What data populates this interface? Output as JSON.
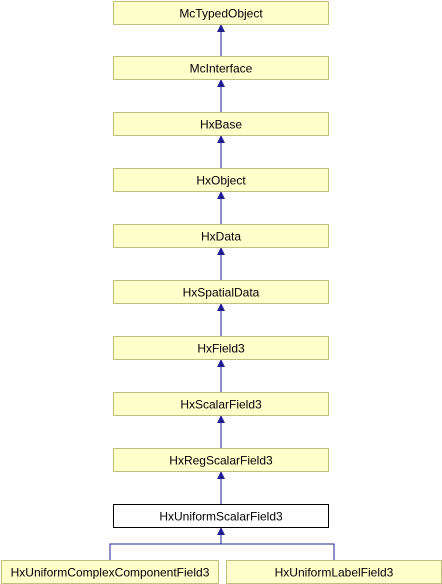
{
  "colors": {
    "node_fill": "#ffffcc",
    "node_border": "#bfbf7f",
    "current_fill": "#ffffff",
    "current_border": "#000000",
    "edge": "#1f1f8f"
  },
  "nodes": [
    {
      "id": "mctypedobject",
      "label": "McTypedObject"
    },
    {
      "id": "mcinterface",
      "label": "McInterface"
    },
    {
      "id": "hxbase",
      "label": "HxBase"
    },
    {
      "id": "hxobject",
      "label": "HxObject"
    },
    {
      "id": "hxdata",
      "label": "HxData"
    },
    {
      "id": "hxspatialdata",
      "label": "HxSpatialData"
    },
    {
      "id": "hxfield3",
      "label": "HxField3"
    },
    {
      "id": "hxscalarfield3",
      "label": "HxScalarField3"
    },
    {
      "id": "hxregscalarfield3",
      "label": "HxRegScalarField3"
    },
    {
      "id": "hxuniformscalarfield3",
      "label": "HxUniformScalarField3",
      "current": true
    },
    {
      "id": "hxuniformcomplexcomponentfield3",
      "label": "HxUniformComplexComponentField3"
    },
    {
      "id": "hxuniformlabelfield3",
      "label": "HxUniformLabelField3"
    }
  ],
  "edges": [
    {
      "from": "mcinterface",
      "to": "mctypedobject"
    },
    {
      "from": "hxbase",
      "to": "mcinterface"
    },
    {
      "from": "hxobject",
      "to": "hxbase"
    },
    {
      "from": "hxdata",
      "to": "hxobject"
    },
    {
      "from": "hxspatialdata",
      "to": "hxdata"
    },
    {
      "from": "hxfield3",
      "to": "hxspatialdata"
    },
    {
      "from": "hxscalarfield3",
      "to": "hxfield3"
    },
    {
      "from": "hxregscalarfield3",
      "to": "hxscalarfield3"
    },
    {
      "from": "hxuniformscalarfield3",
      "to": "hxregscalarfield3"
    },
    {
      "from": "hxuniformcomplexcomponentfield3",
      "to": "hxuniformscalarfield3"
    },
    {
      "from": "hxuniformlabelfield3",
      "to": "hxuniformscalarfield3"
    }
  ]
}
